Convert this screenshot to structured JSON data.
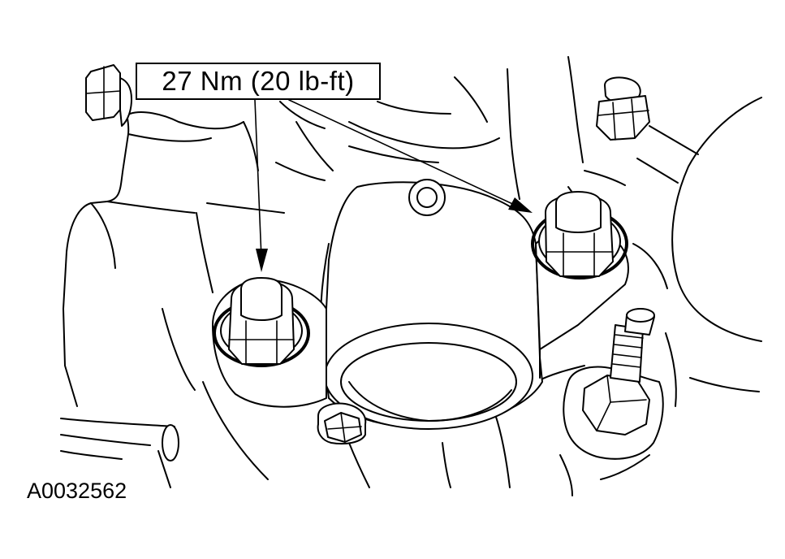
{
  "callout": {
    "torque_label": "27 Nm (20 lb-ft)"
  },
  "figure": {
    "id": "A0032562"
  },
  "colors": {
    "ink": "#000000",
    "paper": "#ffffff"
  },
  "parts": {
    "fasteners_indicated": 2
  }
}
